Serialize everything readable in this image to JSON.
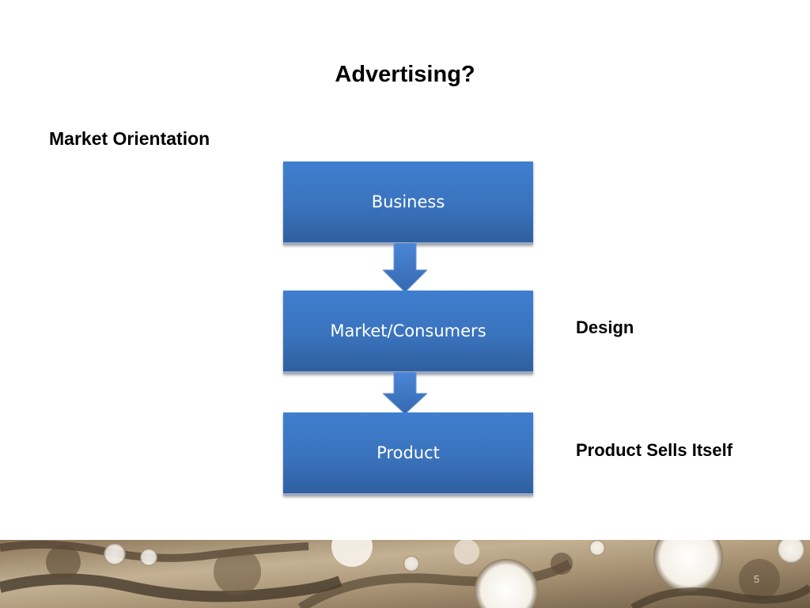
{
  "slide": {
    "title": "Advertising?",
    "subtitle": "Market Orientation",
    "page_number": "5"
  },
  "flow": {
    "boxes": [
      {
        "label": "Business"
      },
      {
        "label": "Market/Consumers"
      },
      {
        "label": "Product"
      }
    ],
    "side_labels": [
      {
        "label": "Design"
      },
      {
        "label": "Product Sells Itself"
      }
    ]
  },
  "colors": {
    "box_fill": "#3a73bd",
    "box_text": "#ffffff",
    "arrow_fill": "#3f7ed0"
  },
  "decoration": {
    "footer_image": "metal-gears-banner"
  }
}
